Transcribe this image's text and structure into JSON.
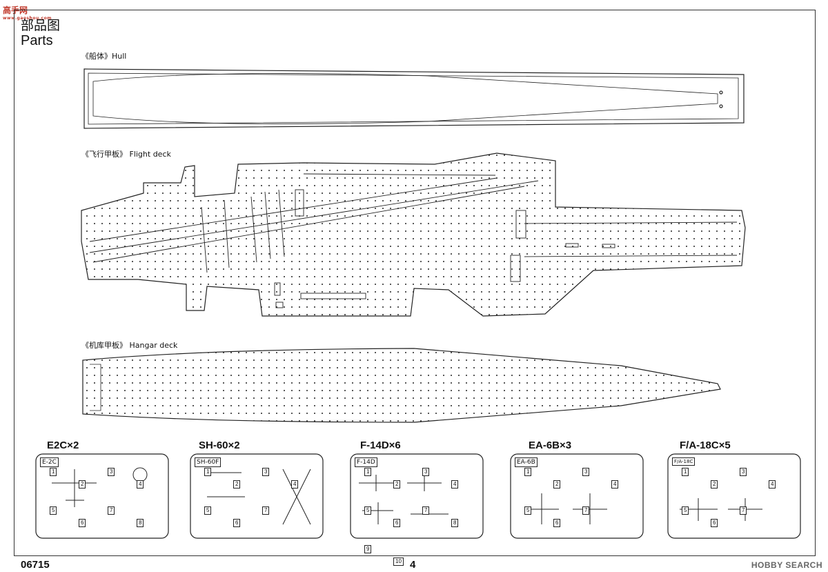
{
  "logo": {
    "cn": "高手网",
    "en": "www.gaoshou.com"
  },
  "header": {
    "title_cn": "部品图",
    "title_en": "Parts"
  },
  "sections": {
    "hull": "《船体》Hull",
    "flight_deck": "《飞行甲板》 Flight deck",
    "hangar_deck": "《机库甲板》 Hangar deck"
  },
  "aircraft": [
    {
      "title": "E2C×2",
      "sprue_label": "E-2C",
      "numbers": [
        "1",
        "2",
        "3",
        "4",
        "5",
        "6",
        "7",
        "8"
      ]
    },
    {
      "title": "SH-60×2",
      "sprue_label": "SH-60F",
      "numbers": [
        "1",
        "2",
        "3",
        "4",
        "5",
        "6",
        "7"
      ]
    },
    {
      "title": "F-14D×6",
      "sprue_label": "F-14D",
      "numbers": [
        "1",
        "2",
        "3",
        "4",
        "5",
        "6",
        "7",
        "8",
        "9",
        "10"
      ]
    },
    {
      "title": "EA-6B×3",
      "sprue_label": "EA-6B",
      "numbers": [
        "1",
        "2",
        "3",
        "4",
        "5",
        "6",
        "7"
      ]
    },
    {
      "title": "F/A-18C×5",
      "sprue_label": "F/A-18C",
      "numbers": [
        "1",
        "2",
        "3",
        "4",
        "5",
        "6",
        "7"
      ]
    }
  ],
  "footer": {
    "code": "06715",
    "page": "4",
    "watermark": "HOBBY SEARCH"
  }
}
